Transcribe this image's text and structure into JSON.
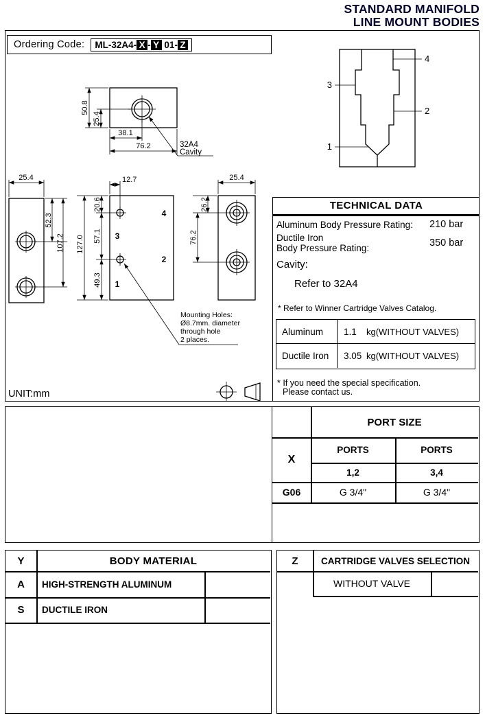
{
  "header": {
    "title_line1": "STANDARD MANIFOLD",
    "title_line2": "LINE MOUNT BODIES",
    "title_color": "#04042c"
  },
  "ordering": {
    "label": "Ordering Code:",
    "prefix": "ML-32A4-",
    "x_code": "X",
    "dash1": "-",
    "y_code": "Y",
    "middle": " 01-",
    "z_code": "Z"
  },
  "schematic": {
    "port1": "1",
    "port2": "2",
    "port3": "3",
    "port4": "4"
  },
  "top_view": {
    "dim_height": "50.8",
    "dim_half": "25.4",
    "dim_hole_x": "38.1",
    "dim_width": "76.2",
    "cavity_line1": "32A4",
    "cavity_line2": "Cavity"
  },
  "left_view": {
    "dim_width": "25.4",
    "dim_hole1": "52.3",
    "dim_hole2": "107.2"
  },
  "front_view": {
    "dim_hole_offset": "12.7",
    "dim_top": "20.6",
    "dim_mid": "57.1",
    "dim_total": "127.0",
    "dim_bottom": "49.3",
    "port1": "1",
    "port2": "2",
    "port3": "3",
    "port4": "4"
  },
  "right_view": {
    "dim_width": "25.4",
    "dim_top": "26.2",
    "dim_span": "76.2"
  },
  "mounting_note": {
    "line1": "Mounting Holes:",
    "line2": "Ø8.7mm. diameter",
    "line3": "through hole",
    "line4": "2 places."
  },
  "unit_label": "UNIT:mm",
  "technical_data": {
    "title": "TECHNICAL DATA",
    "aluminum_rating_label": "Aluminum Body Pressure Rating:",
    "aluminum_rating_value": "210 bar",
    "ductile_label_line1": "Ductile Iron",
    "ductile_label_line2": "Body Pressure Rating:",
    "ductile_rating_value": "350 bar",
    "cavity_label": "Cavity:",
    "cavity_value": "Refer to 32A4",
    "catalog_note": "* Refer to Winner Cartridge Valves Catalog.",
    "weights": [
      {
        "material": "Aluminum",
        "weight": "1.1",
        "suffix": "kg(WITHOUT VALVES)"
      },
      {
        "material": "Ductile Iron",
        "weight": "3.05",
        "suffix": "kg(WITHOUT VALVES)"
      }
    ],
    "special_note_line1": "* If you need the special specification.",
    "special_note_line2": "Please contact us."
  },
  "port_size": {
    "title": "PORT SIZE",
    "x_header": "X",
    "ports_label_1": "PORTS",
    "ports_label_2": "PORTS",
    "ports_sub_1": "1,2",
    "ports_sub_2": "3,4",
    "rows": [
      {
        "code": "G06",
        "size12": "G 3/4\"",
        "size34": "G 3/4\""
      }
    ]
  },
  "body_material": {
    "key": "Y",
    "title": "BODY MATERIAL",
    "rows": [
      {
        "code": "A",
        "label": "HIGH-STRENGTH ALUMINUM"
      },
      {
        "code": "S",
        "label": "DUCTILE IRON"
      }
    ]
  },
  "cartridge": {
    "key": "Z",
    "title": "CARTRIDGE VALVES SELECTION",
    "rows": [
      {
        "label": "WITHOUT VALVE"
      }
    ]
  }
}
